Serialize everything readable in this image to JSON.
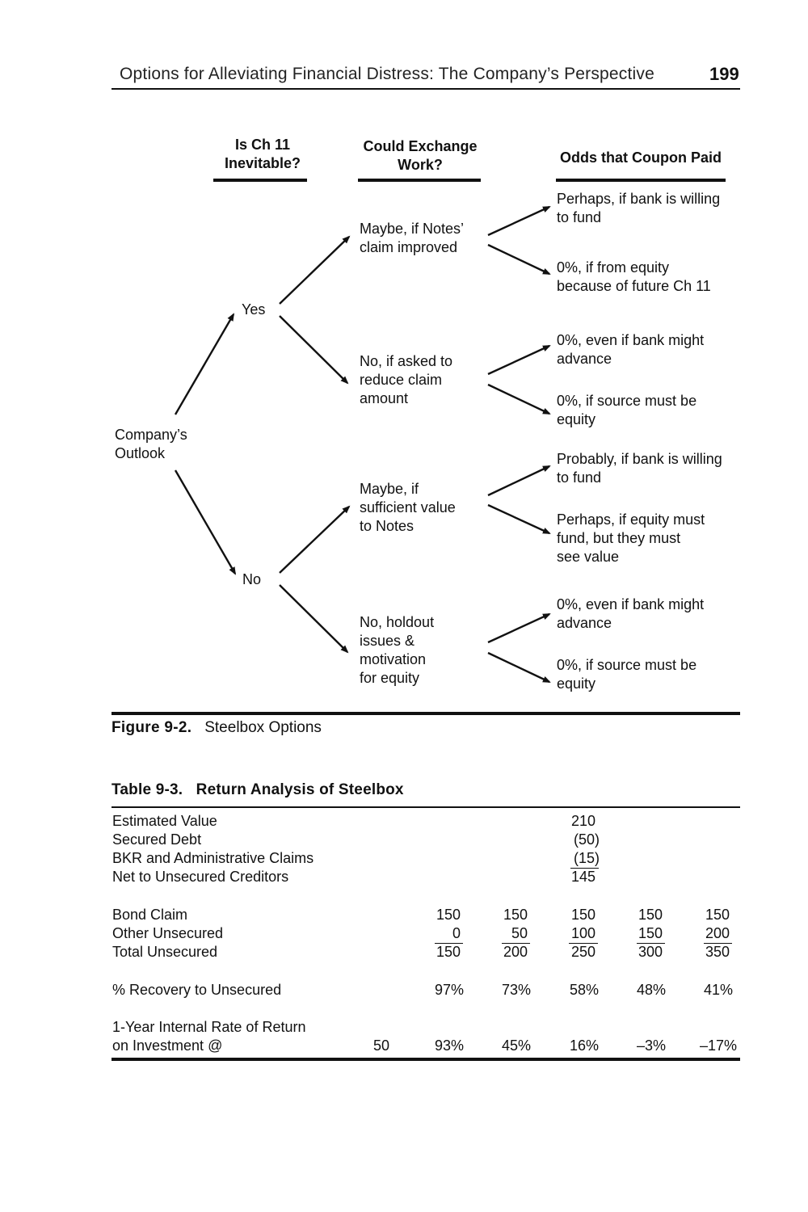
{
  "header": {
    "running_title": "Options for Alleviating Financial Distress: The Company’s Perspective",
    "page_number": "199"
  },
  "figure": {
    "column_headers": {
      "col1_line1": "Is Ch 11",
      "col1_line2": "Inevitable?",
      "col2_line1": "Could Exchange",
      "col2_line2": "Work?",
      "col3": "Odds that Coupon Paid"
    },
    "root": {
      "line1": "Company’s",
      "line2": "Outlook"
    },
    "level1": {
      "yes": "Yes",
      "no": "No"
    },
    "level2": {
      "yes_maybe": [
        "Maybe, if Notes’",
        "claim improved"
      ],
      "yes_no": [
        "No, if asked to",
        "reduce claim",
        "amount"
      ],
      "no_maybe": [
        "Maybe, if",
        "sufficient value",
        "to Notes"
      ],
      "no_no": [
        "No, holdout",
        "issues &",
        "motivation",
        "for equity"
      ]
    },
    "level3": {
      "a1": [
        "Perhaps, if bank is willing",
        "to fund"
      ],
      "a2": [
        "0%, if from equity",
        "because of future Ch 11"
      ],
      "b1": [
        "0%, even if bank might",
        "advance"
      ],
      "b2": [
        "0%, if source must be",
        "equity"
      ],
      "c1": [
        "Probably, if bank is willing",
        "to fund"
      ],
      "c2": [
        "Perhaps, if equity must",
        "fund, but they must",
        "see value"
      ],
      "d1": [
        "0%, even if bank might",
        "advance"
      ],
      "d2": [
        "0%, if source must be",
        "equity"
      ]
    },
    "caption_label": "Figure 9-2.",
    "caption_text": "Steelbox Options"
  },
  "table": {
    "title_label": "Table 9-3.",
    "title_text": "Return Analysis of Steelbox",
    "summary_rows": [
      {
        "label": "Estimated Value",
        "value": "210"
      },
      {
        "label": "Secured Debt",
        "value": "(50)"
      },
      {
        "label": "BKR and Administrative Claims",
        "value": "(15)"
      },
      {
        "label": "Net to Unsecured Creditors",
        "value": "145"
      }
    ],
    "scenario_rows": [
      {
        "label": "Bond Claim",
        "values": [
          "150",
          "150",
          "150",
          "150",
          "150"
        ]
      },
      {
        "label": "Other Unsecured",
        "values": [
          "0",
          "50",
          "100",
          "150",
          "200"
        ]
      },
      {
        "label": "Total Unsecured",
        "values": [
          "150",
          "200",
          "250",
          "300",
          "350"
        ]
      }
    ],
    "recovery_row": {
      "label": "% Recovery to Unsecured",
      "values": [
        "97%",
        "73%",
        "58%",
        "48%",
        "41%"
      ]
    },
    "irr_row": {
      "label_line1": "1-Year Internal Rate of Return",
      "label_line2": "on Investment @",
      "investment": "50",
      "values": [
        "93%",
        "45%",
        "16%",
        "–3%",
        "–17%"
      ]
    }
  }
}
